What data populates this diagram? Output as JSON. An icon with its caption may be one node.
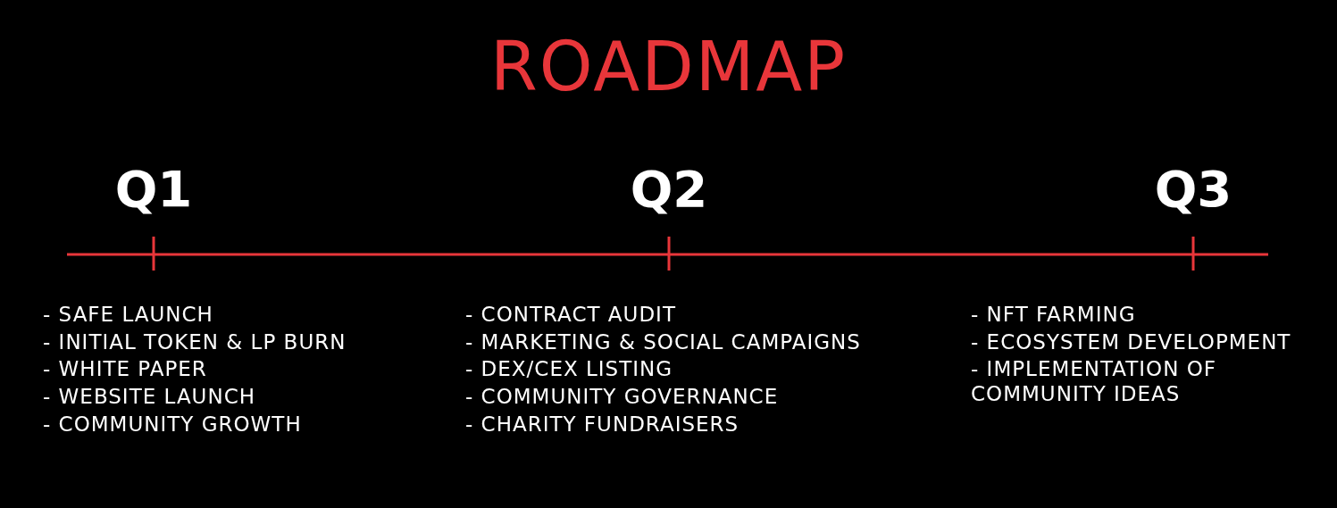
{
  "diagram": {
    "title": "ROADMAP",
    "labels": [
      "Q1",
      "Q2",
      "Q3",
      "- SAFE LAUNCH",
      "- INITIAL TOKEN & LP BURN",
      "- WHITE PAPER",
      "- WEBSITE LAUNCH",
      "- COMMUNITY GROWTH",
      "- CONTRACT AUDIT",
      "- MARKETING & SOCIAL CAMPAIGNS",
      "- DEX/CEX LISTING",
      "- COMMUNITY GOVERNANCE",
      "- CHARITY FUNDRAISERS",
      "- NFT FARMING",
      "- ECOSYSTEM DEVELOPMENT",
      "- IMPLEMENTATION OF COMMUNITY IDEAS"
    ]
  }
}
